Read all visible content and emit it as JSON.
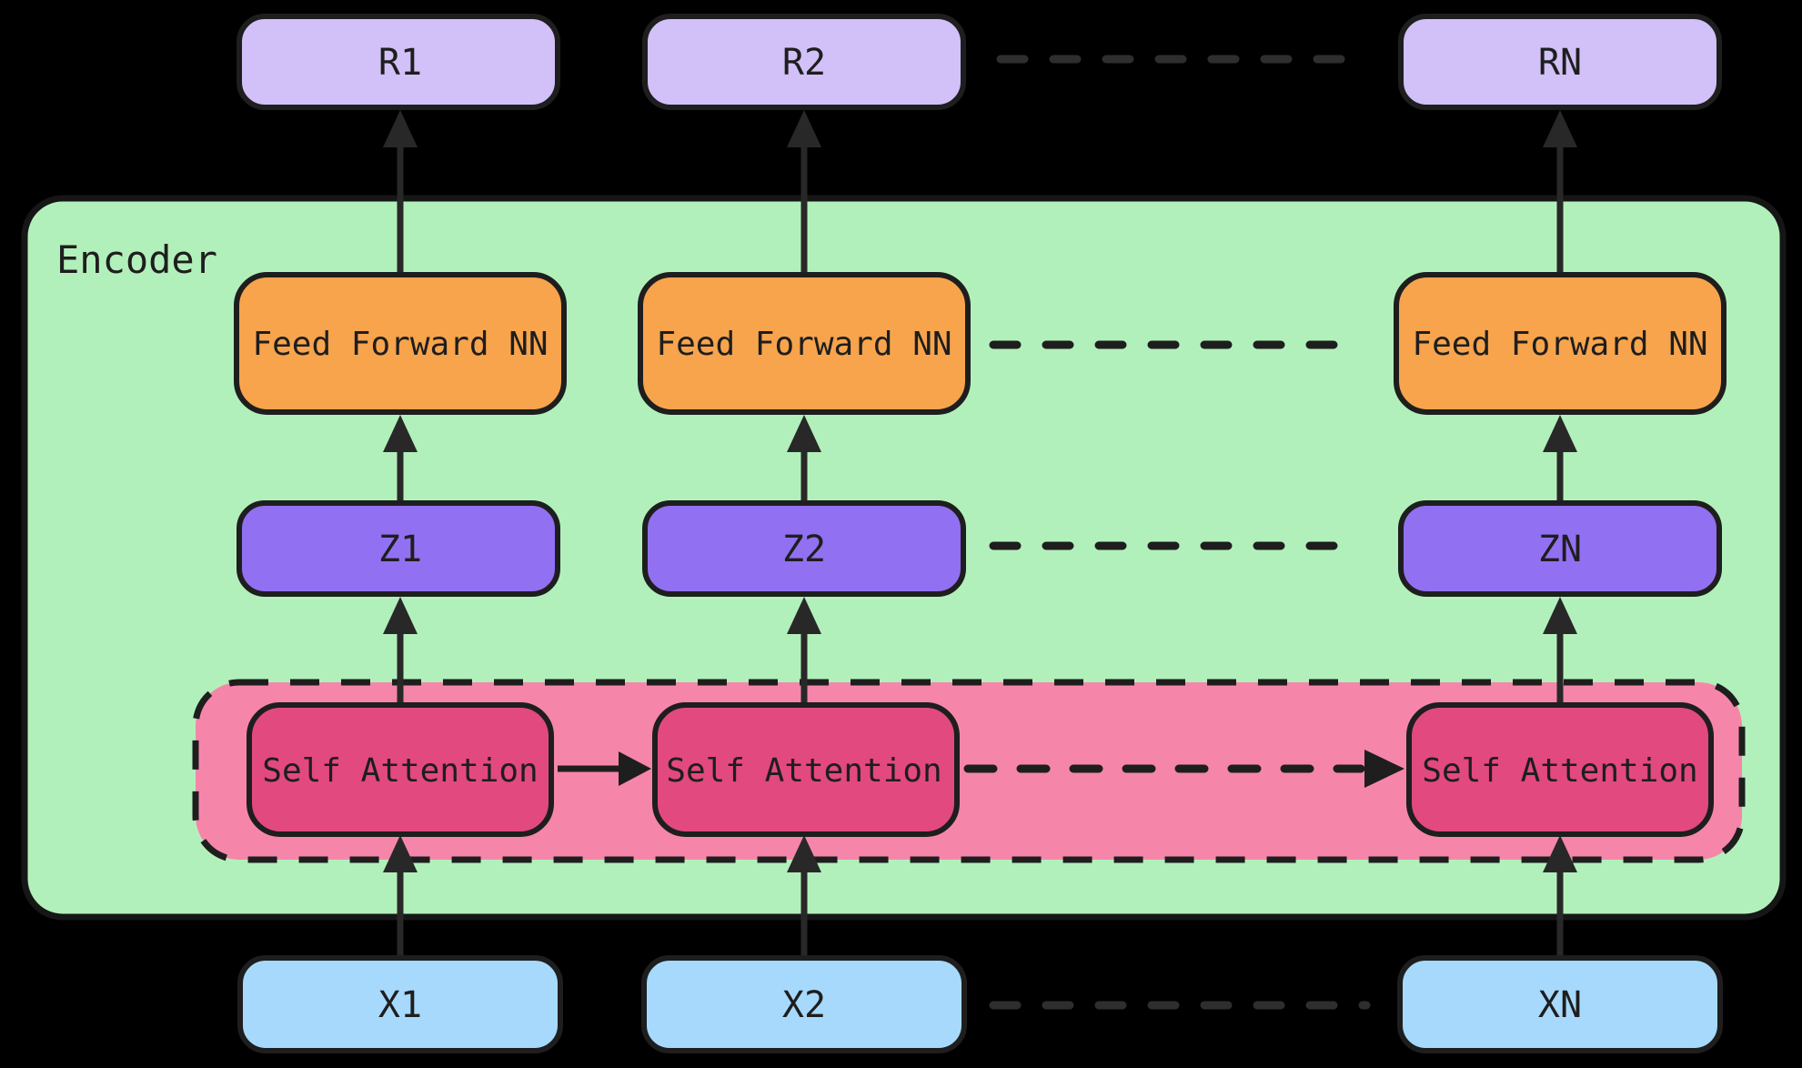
{
  "diagram": {
    "encoder_label": "Encoder",
    "columns": [
      {
        "input": "X1",
        "attention": "Self Attention",
        "hidden": "Z1",
        "feed_forward": "Feed Forward NN",
        "output": "R1"
      },
      {
        "input": "X2",
        "attention": "Self Attention",
        "hidden": "Z2",
        "feed_forward": "Feed Forward NN",
        "output": "R2"
      },
      {
        "input": "XN",
        "attention": "Self Attention",
        "hidden": "ZN",
        "feed_forward": "Feed Forward NN",
        "output": "RN"
      }
    ],
    "colors": {
      "background": "#000000",
      "encoder_fill": "#b2f0bb",
      "attention_group_fill": "#f586aa",
      "attention_box_fill": "#e2497e",
      "hidden_fill": "#9270f2",
      "feed_forward_fill": "#f7a44c",
      "output_fill": "#d1c1f8",
      "input_fill": "#a7d9fc",
      "stroke": "#1e1e1e"
    }
  }
}
